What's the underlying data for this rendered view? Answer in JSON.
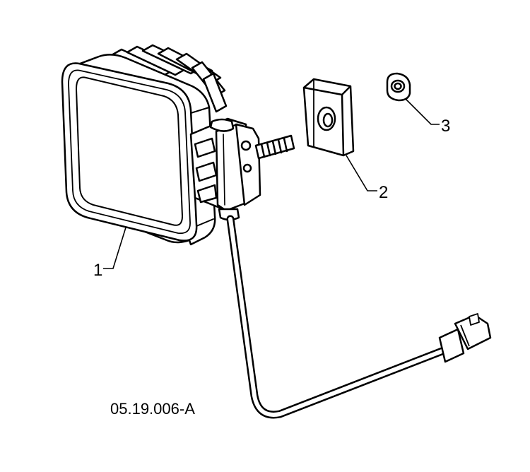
{
  "diagram": {
    "drawing_code": "05.19.006-A",
    "parts": [
      {
        "number": "1",
        "label": "1"
      },
      {
        "number": "2",
        "label": "2"
      },
      {
        "number": "3",
        "label": "3"
      }
    ],
    "colors": {
      "line": "#000000",
      "background": "#ffffff"
    }
  }
}
